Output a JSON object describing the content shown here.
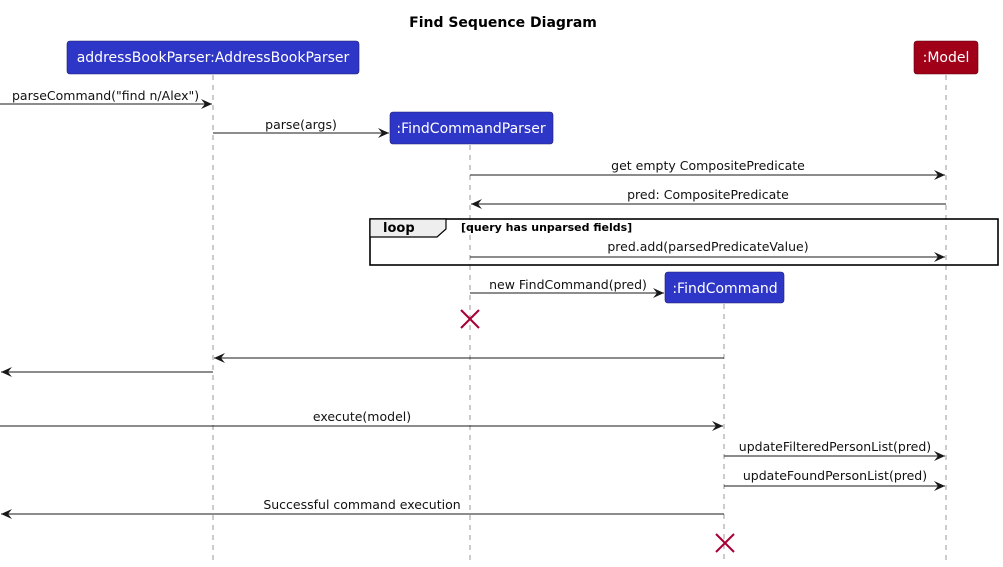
{
  "title": "Find Sequence Diagram",
  "participants": [
    {
      "name": "addressBookParser:AddressBookParser",
      "color": "#2e36c7"
    },
    {
      "name": ":FindCommandParser",
      "color": "#2e36c7"
    },
    {
      "name": ":FindCommand",
      "color": "#2e36c7"
    },
    {
      "name": ":Model",
      "color": "#a00018"
    }
  ],
  "messages": [
    {
      "label": "parseCommand(\"find n/Alex\")",
      "from": "outside",
      "to": "addressBookParser:AddressBookParser"
    },
    {
      "label": "parse(args)",
      "from": "addressBookParser:AddressBookParser",
      "to": ":FindCommandParser",
      "creates": true
    },
    {
      "label": "get empty CompositePredicate",
      "from": ":FindCommandParser",
      "to": ":Model"
    },
    {
      "label": "pred: CompositePredicate",
      "from": ":Model",
      "to": ":FindCommandParser"
    },
    {
      "label": "pred.add(parsedPredicateValue)",
      "from": ":FindCommandParser",
      "to": ":Model"
    },
    {
      "label": "new FindCommand(pred)",
      "from": ":FindCommandParser",
      "to": ":FindCommand",
      "creates": true
    },
    {
      "label": "",
      "from": ":FindCommand",
      "to": "addressBookParser:AddressBookParser"
    },
    {
      "label": "",
      "from": "addressBookParser:AddressBookParser",
      "to": "outside"
    },
    {
      "label": "execute(model)",
      "from": "outside",
      "to": ":FindCommand"
    },
    {
      "label": "updateFilteredPersonList(pred)",
      "from": ":FindCommand",
      "to": ":Model"
    },
    {
      "label": "updateFoundPersonList(pred)",
      "from": ":FindCommand",
      "to": ":Model"
    },
    {
      "label": "Successful command execution",
      "from": ":FindCommand",
      "to": "outside"
    }
  ],
  "loop": {
    "keyword": "loop",
    "guard": "[query has unparsed fields]"
  },
  "destroyed": [
    ":FindCommandParser",
    ":FindCommand"
  ],
  "colors": {
    "destroy": "#a80036",
    "lifeline": "#9a9a9a",
    "loop_tab": "#eeeeee"
  }
}
